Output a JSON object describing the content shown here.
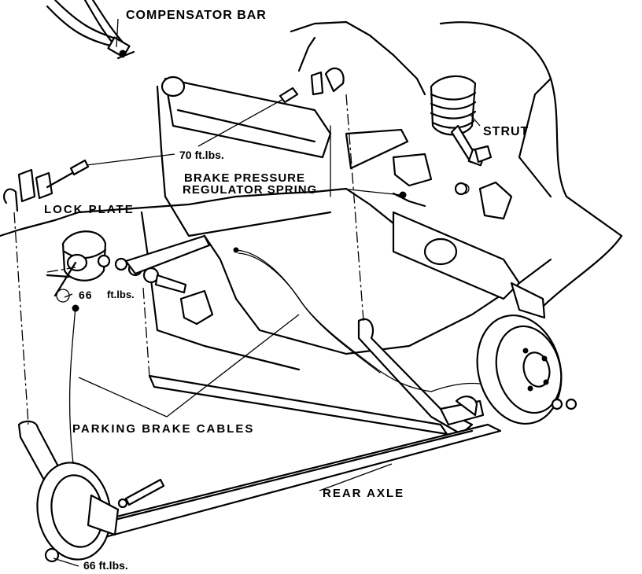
{
  "labels": {
    "compensator_bar": "COMPENSATOR BAR",
    "strut": "STRUT",
    "torque_70": "70 ft.lbs.",
    "brake_pressure_line1": "BRAKE PRESSURE",
    "brake_pressure_line2": "REGULATOR SPRING",
    "lock_plate": "LOCK PLATE",
    "torque_66_upper_value": "66",
    "torque_66_upper_unit": "ft.lbs.",
    "parking_brake_cables": "PARKING BRAKE CABLES",
    "rear_axle": "REAR AXLE",
    "torque_66_lower": "66 ft.lbs."
  },
  "colors": {
    "ink": "#000000",
    "paper": "#ffffff"
  }
}
